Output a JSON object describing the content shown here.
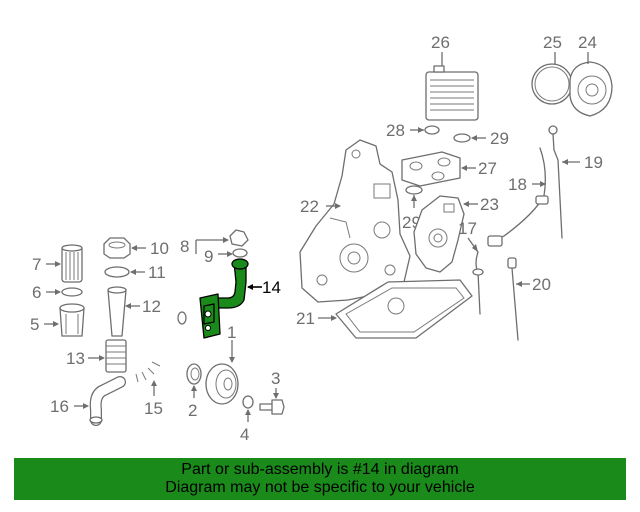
{
  "callouts": {
    "c1": "1",
    "c2": "2",
    "c3": "3",
    "c4": "4",
    "c5": "5",
    "c6": "6",
    "c7": "7",
    "c8": "8",
    "c9": "9",
    "c10": "10",
    "c11": "11",
    "c12": "12",
    "c13": "13",
    "c14": "14",
    "c15": "15",
    "c16": "16",
    "c17": "17",
    "c18": "18",
    "c19": "19",
    "c20": "20",
    "c21": "21",
    "c22": "22",
    "c23": "23",
    "c24": "24",
    "c25": "25",
    "c26": "26",
    "c27": "27",
    "c28": "28",
    "c29a": "29",
    "c29b": "29"
  },
  "highlighted_part": "14",
  "colors": {
    "highlight": "#1a8a1a",
    "line": "#6e6e6e"
  },
  "banner": {
    "line1": "Part or sub-assembly is #14 in diagram",
    "line2": "Diagram may not be specific to your vehicle"
  }
}
